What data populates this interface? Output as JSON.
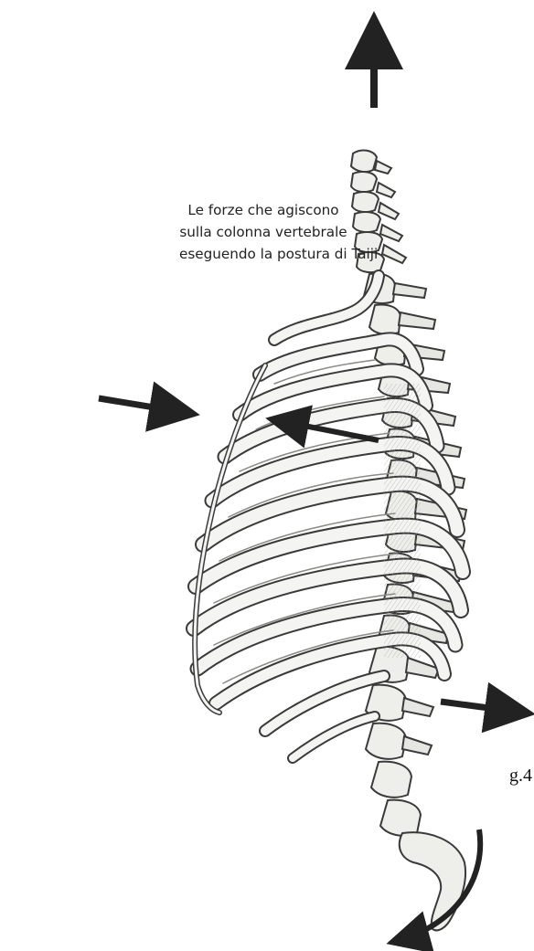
{
  "caption": {
    "line1": "Le forze che agiscono",
    "line2": "sulla colonna vertebrale",
    "line3": "eseguendo la postura di Taiji"
  },
  "figure_label": "g.4",
  "colors": {
    "arrow": "#222222",
    "bone_outline": "#3a3a3a",
    "bone_fill": "#f4f4f2",
    "bone_shade": "#8a8a86",
    "background": "#ffffff"
  },
  "icons": [
    "arrow-up-icon",
    "arrow-right-icon",
    "arrow-left-icon",
    "arrow-right-icon",
    "curved-arrow-down-left-icon"
  ]
}
